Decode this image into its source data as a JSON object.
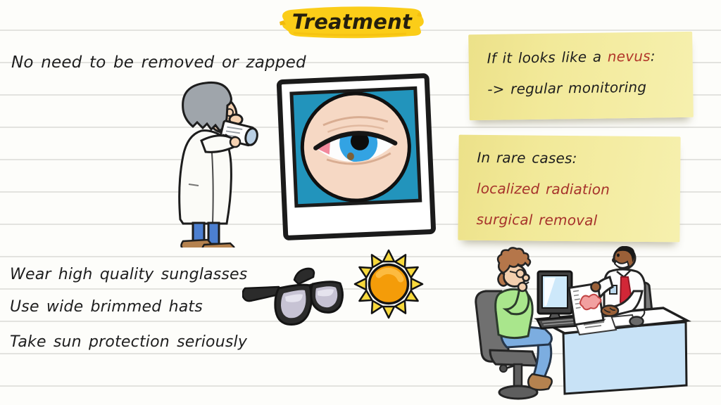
{
  "title": {
    "label": "Treatment"
  },
  "annotations": {
    "no_removal": "No need to be removed or zapped",
    "sun_tips": [
      "Wear high quality sunglasses",
      "Use wide brimmed hats",
      "Take sun protection seriously"
    ]
  },
  "sticky_notes": {
    "monitoring": {
      "prefix": "If it looks like a ",
      "term": "nevus",
      "suffix": ":",
      "action": "-> regular monitoring"
    },
    "rare_cases": {
      "heading": "In rare cases:",
      "options": [
        "localized radiation",
        "surgical removal"
      ]
    }
  },
  "illustrations": {
    "doctor_writing": "doctor taking notes beside eye photo",
    "eye_polaroid": "polaroid photo of an eye with a small nevus on the iris",
    "sunglasses": "black sunglasses",
    "sun": "bright sun",
    "consultation": "doctor showing a diagram to a patient at a desk"
  },
  "colors": {
    "highlight_yellow": "#fbcd18",
    "sticky_yellow": "#f2e999",
    "term_red": "#b2372a",
    "option_red": "#a6322b",
    "ink": "#1e1e1e",
    "rule_line": "#e3e3df",
    "photo_teal": "#2294bc",
    "iris_blue": "#33a3e3"
  }
}
